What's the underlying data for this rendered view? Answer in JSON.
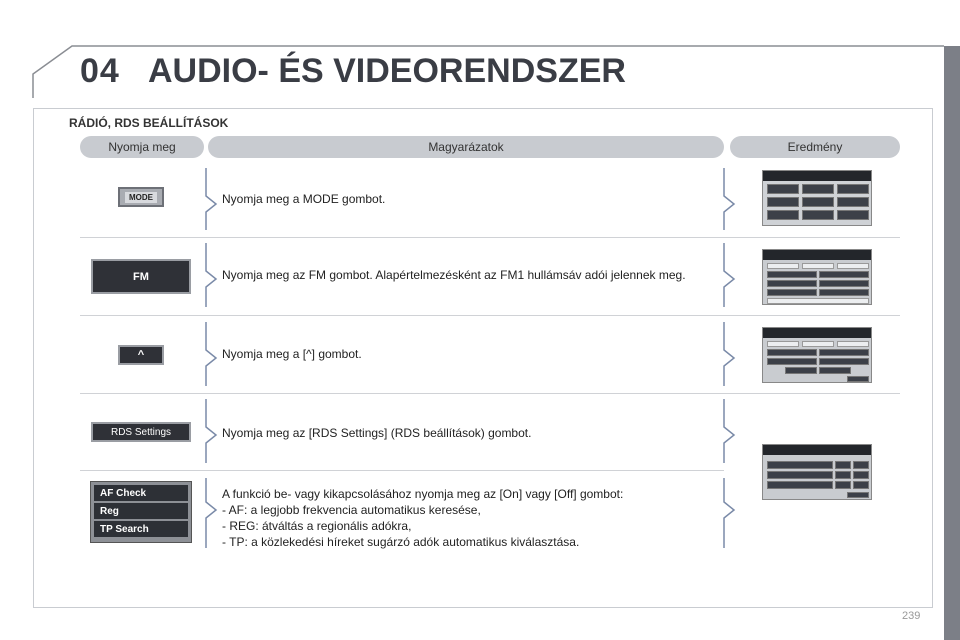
{
  "header": {
    "chapter": "04",
    "title": "AUDIO- ÉS VIDEORENDSZER"
  },
  "section_title": "RÁDIÓ, RDS BEÁLLÍTÁSOK",
  "columns": {
    "press": "Nyomja meg",
    "explanations": "Magyarázatok",
    "result": "Eredmény"
  },
  "buttons": {
    "mode": "MODE",
    "fm": "FM",
    "up": "^",
    "rds_settings": "RDS Settings",
    "af_check": "AF Check",
    "reg": "Reg",
    "tp_search": "TP Search"
  },
  "steps": [
    "Nyomja meg a MODE gombot.",
    "Nyomja meg az FM gombot. Alapértelmezésként az FM1 hullámsáv adói jelennek meg.",
    "Nyomja meg a [^] gombot.",
    "Nyomja meg az [RDS Settings] (RDS beállítások) gombot."
  ],
  "last_step": {
    "intro": "A funkció be- vagy kikapcsolásához nyomja meg az [On] vagy [Off] gombot:",
    "bullets": [
      "-     AF: a legjobb frekvencia automatikus keresése,",
      "-     REG: átváltás a regionális adókra,",
      "-     TP: a közlekedési híreket sugárzó adók automatikus kiválasztása."
    ]
  },
  "page_number": "239"
}
